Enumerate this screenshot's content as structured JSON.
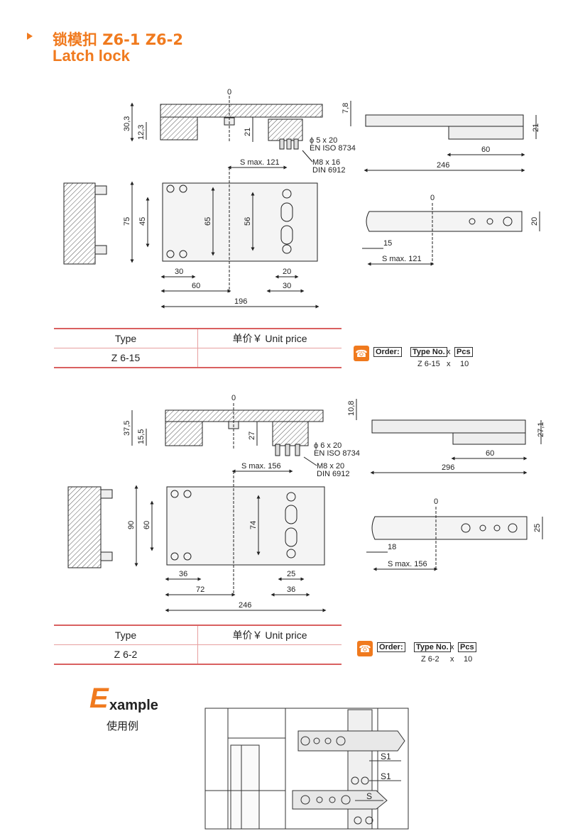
{
  "header": {
    "title_cn": "锁模扣 Z6-1 Z6-2",
    "title_en": "Latch lock"
  },
  "drawing1": {
    "dims": {
      "zero": "0",
      "h30_3": "30,3",
      "h12_3": "12,3",
      "h21": "21",
      "h7_8": "7,8",
      "h21_side": "21",
      "s60_side": "60",
      "s246_side": "246",
      "smax_top": "S max. 121",
      "v75": "75",
      "v45": "45",
      "v65": "65",
      "v56": "56",
      "b30": "30",
      "b20": "20",
      "b60": "60",
      "b30b": "30",
      "b196": "196",
      "r0": "0",
      "r20": "20",
      "r15": "15",
      "rsmax": "S max. 121"
    },
    "callouts": {
      "dowel": "ϕ 5 x 20",
      "dowel_std": "EN ISO 8734",
      "screw": "M8 x 16",
      "screw_std": "DIN 6912"
    }
  },
  "table1": {
    "type_header": "Type",
    "price_header": "单价￥ Unit price",
    "row_type": "Z 6-15",
    "row_price": ""
  },
  "order1": {
    "order_label": "Order:",
    "type_no_label": "Type No.",
    "x1": "x",
    "pcs_label": "Pcs",
    "type_no": "Z 6-15",
    "x2": "x",
    "qty": "10"
  },
  "drawing2": {
    "dims": {
      "zero": "0",
      "h37_5": "37,5",
      "h15_5": "15,5",
      "h27": "27",
      "h10_8": "10,8",
      "h27_1": "27,1",
      "s60_side": "60",
      "s296_side": "296",
      "smax_top": "S max. 156",
      "v90": "90",
      "v60": "60",
      "v74": "74",
      "b36": "36",
      "b25": "25",
      "b72": "72",
      "b36b": "36",
      "b246": "246",
      "r0": "0",
      "r25": "25",
      "r18": "18",
      "rsmax": "S max. 156"
    },
    "callouts": {
      "dowel": "ϕ 6 x 20",
      "dowel_std": "EN ISO 8734",
      "screw": "M8 x 20",
      "screw_std": "DIN 6912"
    }
  },
  "table2": {
    "type_header": "Type",
    "price_header": "单价￥ Unit price",
    "row_type": "Z 6-2",
    "row_price": ""
  },
  "order2": {
    "order_label": "Order:",
    "type_no_label": "Type No.",
    "x1": "x",
    "pcs_label": "Pcs",
    "type_no": "Z 6-2",
    "x2": "x",
    "qty": "10"
  },
  "example": {
    "e": "E",
    "rest": "xample",
    "cn": "使用例",
    "s1a": "S1",
    "s1b": "S1",
    "s": "S"
  }
}
